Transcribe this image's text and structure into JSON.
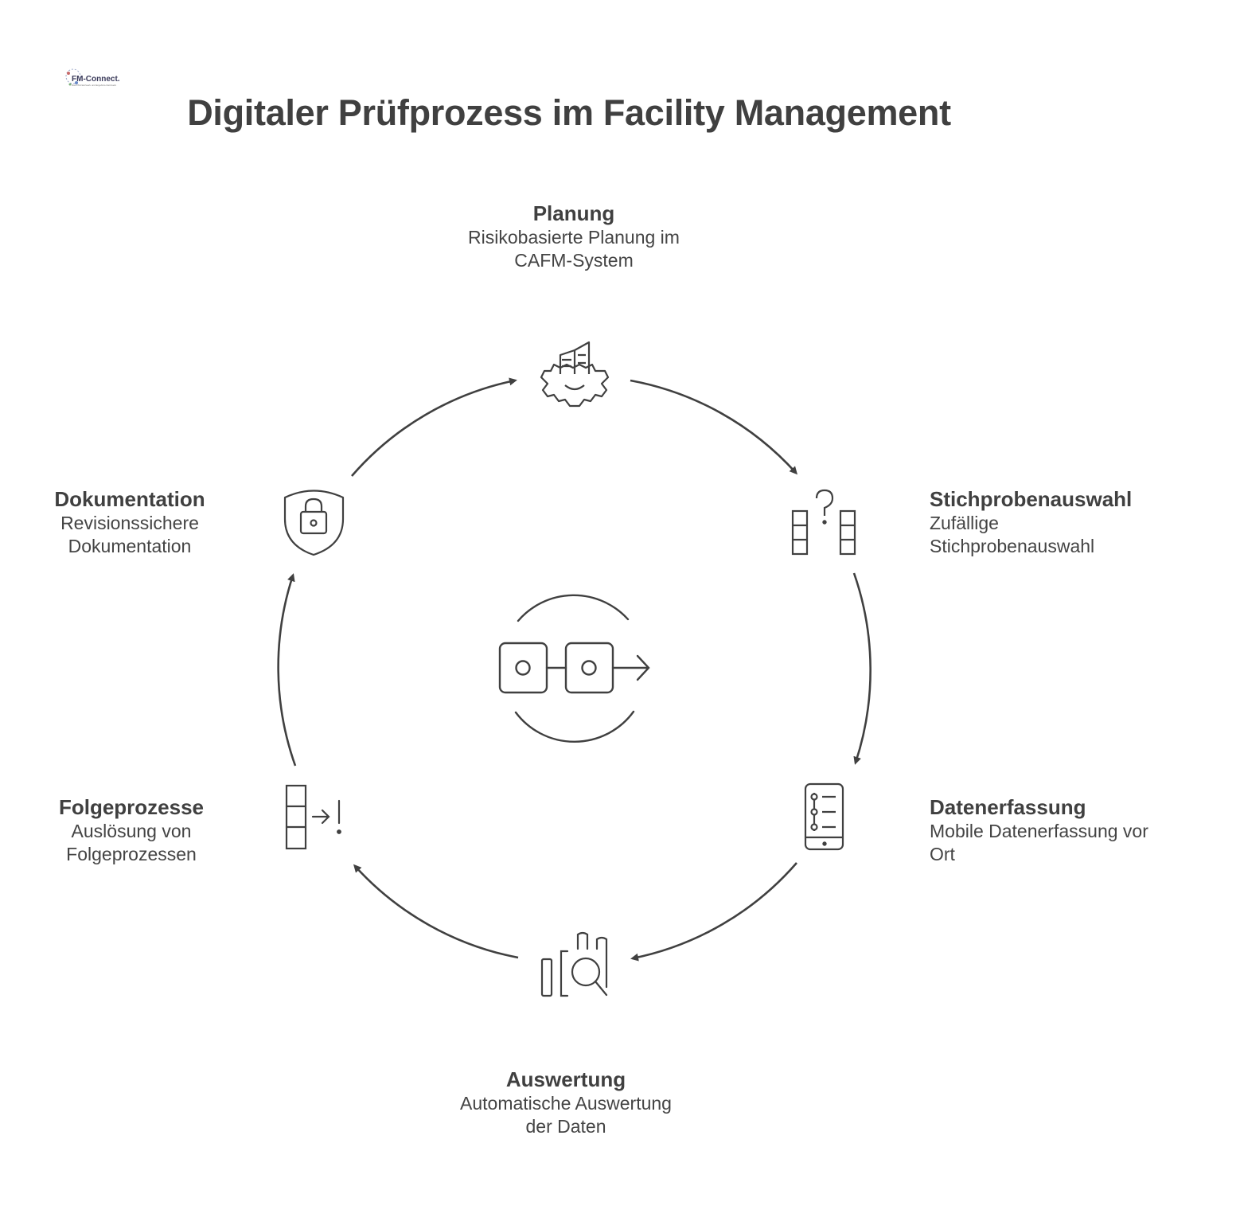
{
  "logo": {
    "name": "FM-Connect.com",
    "tagline": "Das FM-Netzwerk und Ergebnis-Netzwerk"
  },
  "title": "Digitaler Prüfprozess im Facility Management",
  "steps": {
    "planung": {
      "title": "Planung",
      "line1": "Risikobasierte Planung im",
      "line2": "CAFM-System",
      "icon": "building-gear-icon"
    },
    "stichprobe": {
      "title": "Stichprobenauswahl",
      "line1": "Zufällige",
      "line2": "Stichprobenauswahl",
      "icon": "random-sample-icon"
    },
    "datenerfassung": {
      "title": "Datenerfassung",
      "line1": "Mobile Datenerfassung vor",
      "line2": "Ort",
      "icon": "mobile-checklist-icon"
    },
    "auswertung": {
      "title": "Auswertung",
      "line1": "Automatische Auswertung",
      "line2": "der Daten",
      "icon": "chart-magnifier-icon"
    },
    "folgeprozesse": {
      "title": "Folgeprozesse",
      "line1": "Auslösung von",
      "line2": "Folgeprozessen",
      "icon": "trigger-alert-icon"
    },
    "dokumentation": {
      "title": "Dokumentation",
      "line1": "Revisionssichere",
      "line2": "Dokumentation",
      "icon": "shield-lock-icon"
    }
  },
  "center_icon": "process-cycle-icon",
  "colors": {
    "stroke": "#404040",
    "text": "#444444",
    "background": "#ffffff"
  }
}
